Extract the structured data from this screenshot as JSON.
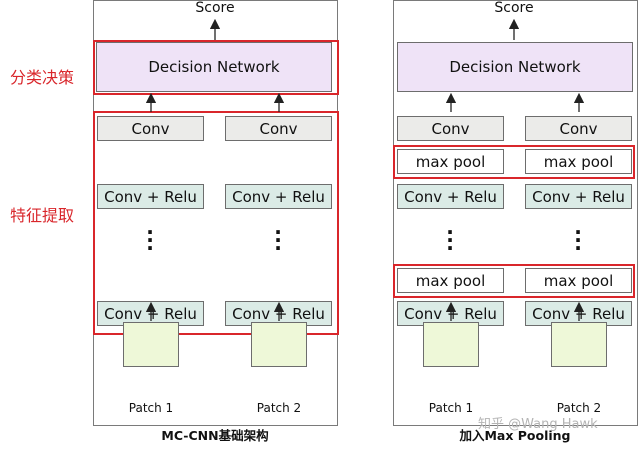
{
  "left_diagram": {
    "score": "Score",
    "decision_network": "Decision Network",
    "conv": "Conv",
    "conv_relu": "Conv + Relu",
    "patch_1": "Patch 1",
    "patch_2": "Patch 2",
    "caption": "MC-CNN基础架构",
    "label_decision": "分类决策",
    "label_feature": "特征提取"
  },
  "right_diagram": {
    "score": "Score",
    "decision_network": "Decision Network",
    "conv": "Conv",
    "max_pool": "max pool",
    "conv_relu": "Conv + Relu",
    "patch_1": "Patch 1",
    "patch_2": "Patch 2",
    "caption": "加入Max Pooling"
  },
  "watermark": "知乎 @Wang Hawk",
  "colors": {
    "highlight_red": "#d9262b",
    "decision_fill": "#efe3f7",
    "conv_fill": "#ebebe9",
    "relu_fill": "#dbebe6",
    "patch_fill": "#eef8d8"
  }
}
